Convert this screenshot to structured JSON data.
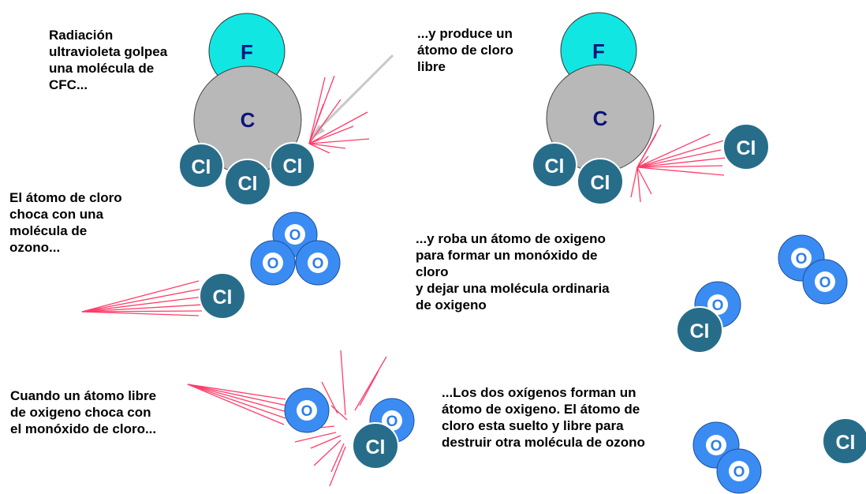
{
  "captions": {
    "step1": "Radiación\nultravioleta golpea\nuna molécula de\nCFC...",
    "step2": "...y produce un\nátomo de cloro\nlibre",
    "step3": "El átomo de cloro\nchoca con una\nmolécula de\nozono...",
    "step4": "...y roba un átomo de oxigeno\npara formar un monóxido de\ncloro\ny dejar una molécula ordinaria\nde oxigeno",
    "step5": "Cuando un átomo libre\nde oxigeno choca con\nel monóxido de cloro...",
    "step6": "...Los dos oxígenos forman un\nátomo de oxigeno.  El átomo de\ncloro esta suelto y libre para\ndestruir otra molécula de ozono"
  },
  "atom_labels": {
    "fluorine": "F",
    "carbon": "C",
    "chlorine": "Cl",
    "oxygen": "O"
  },
  "colors": {
    "fluorine_fill": "#12e6e3",
    "fluorine_text": "#0c147a",
    "carbon_fill": "#b8b8b8",
    "carbon_text": "#0c147a",
    "chlorine_fill": "#276d8a",
    "oxygen_outer": "#3a8cf3",
    "oxygen_inner": "#ffffff",
    "oxygen_text": "#2e7fe8",
    "impact_lines": "#ff3d6a",
    "uv_ray": "#c8c8c8"
  }
}
